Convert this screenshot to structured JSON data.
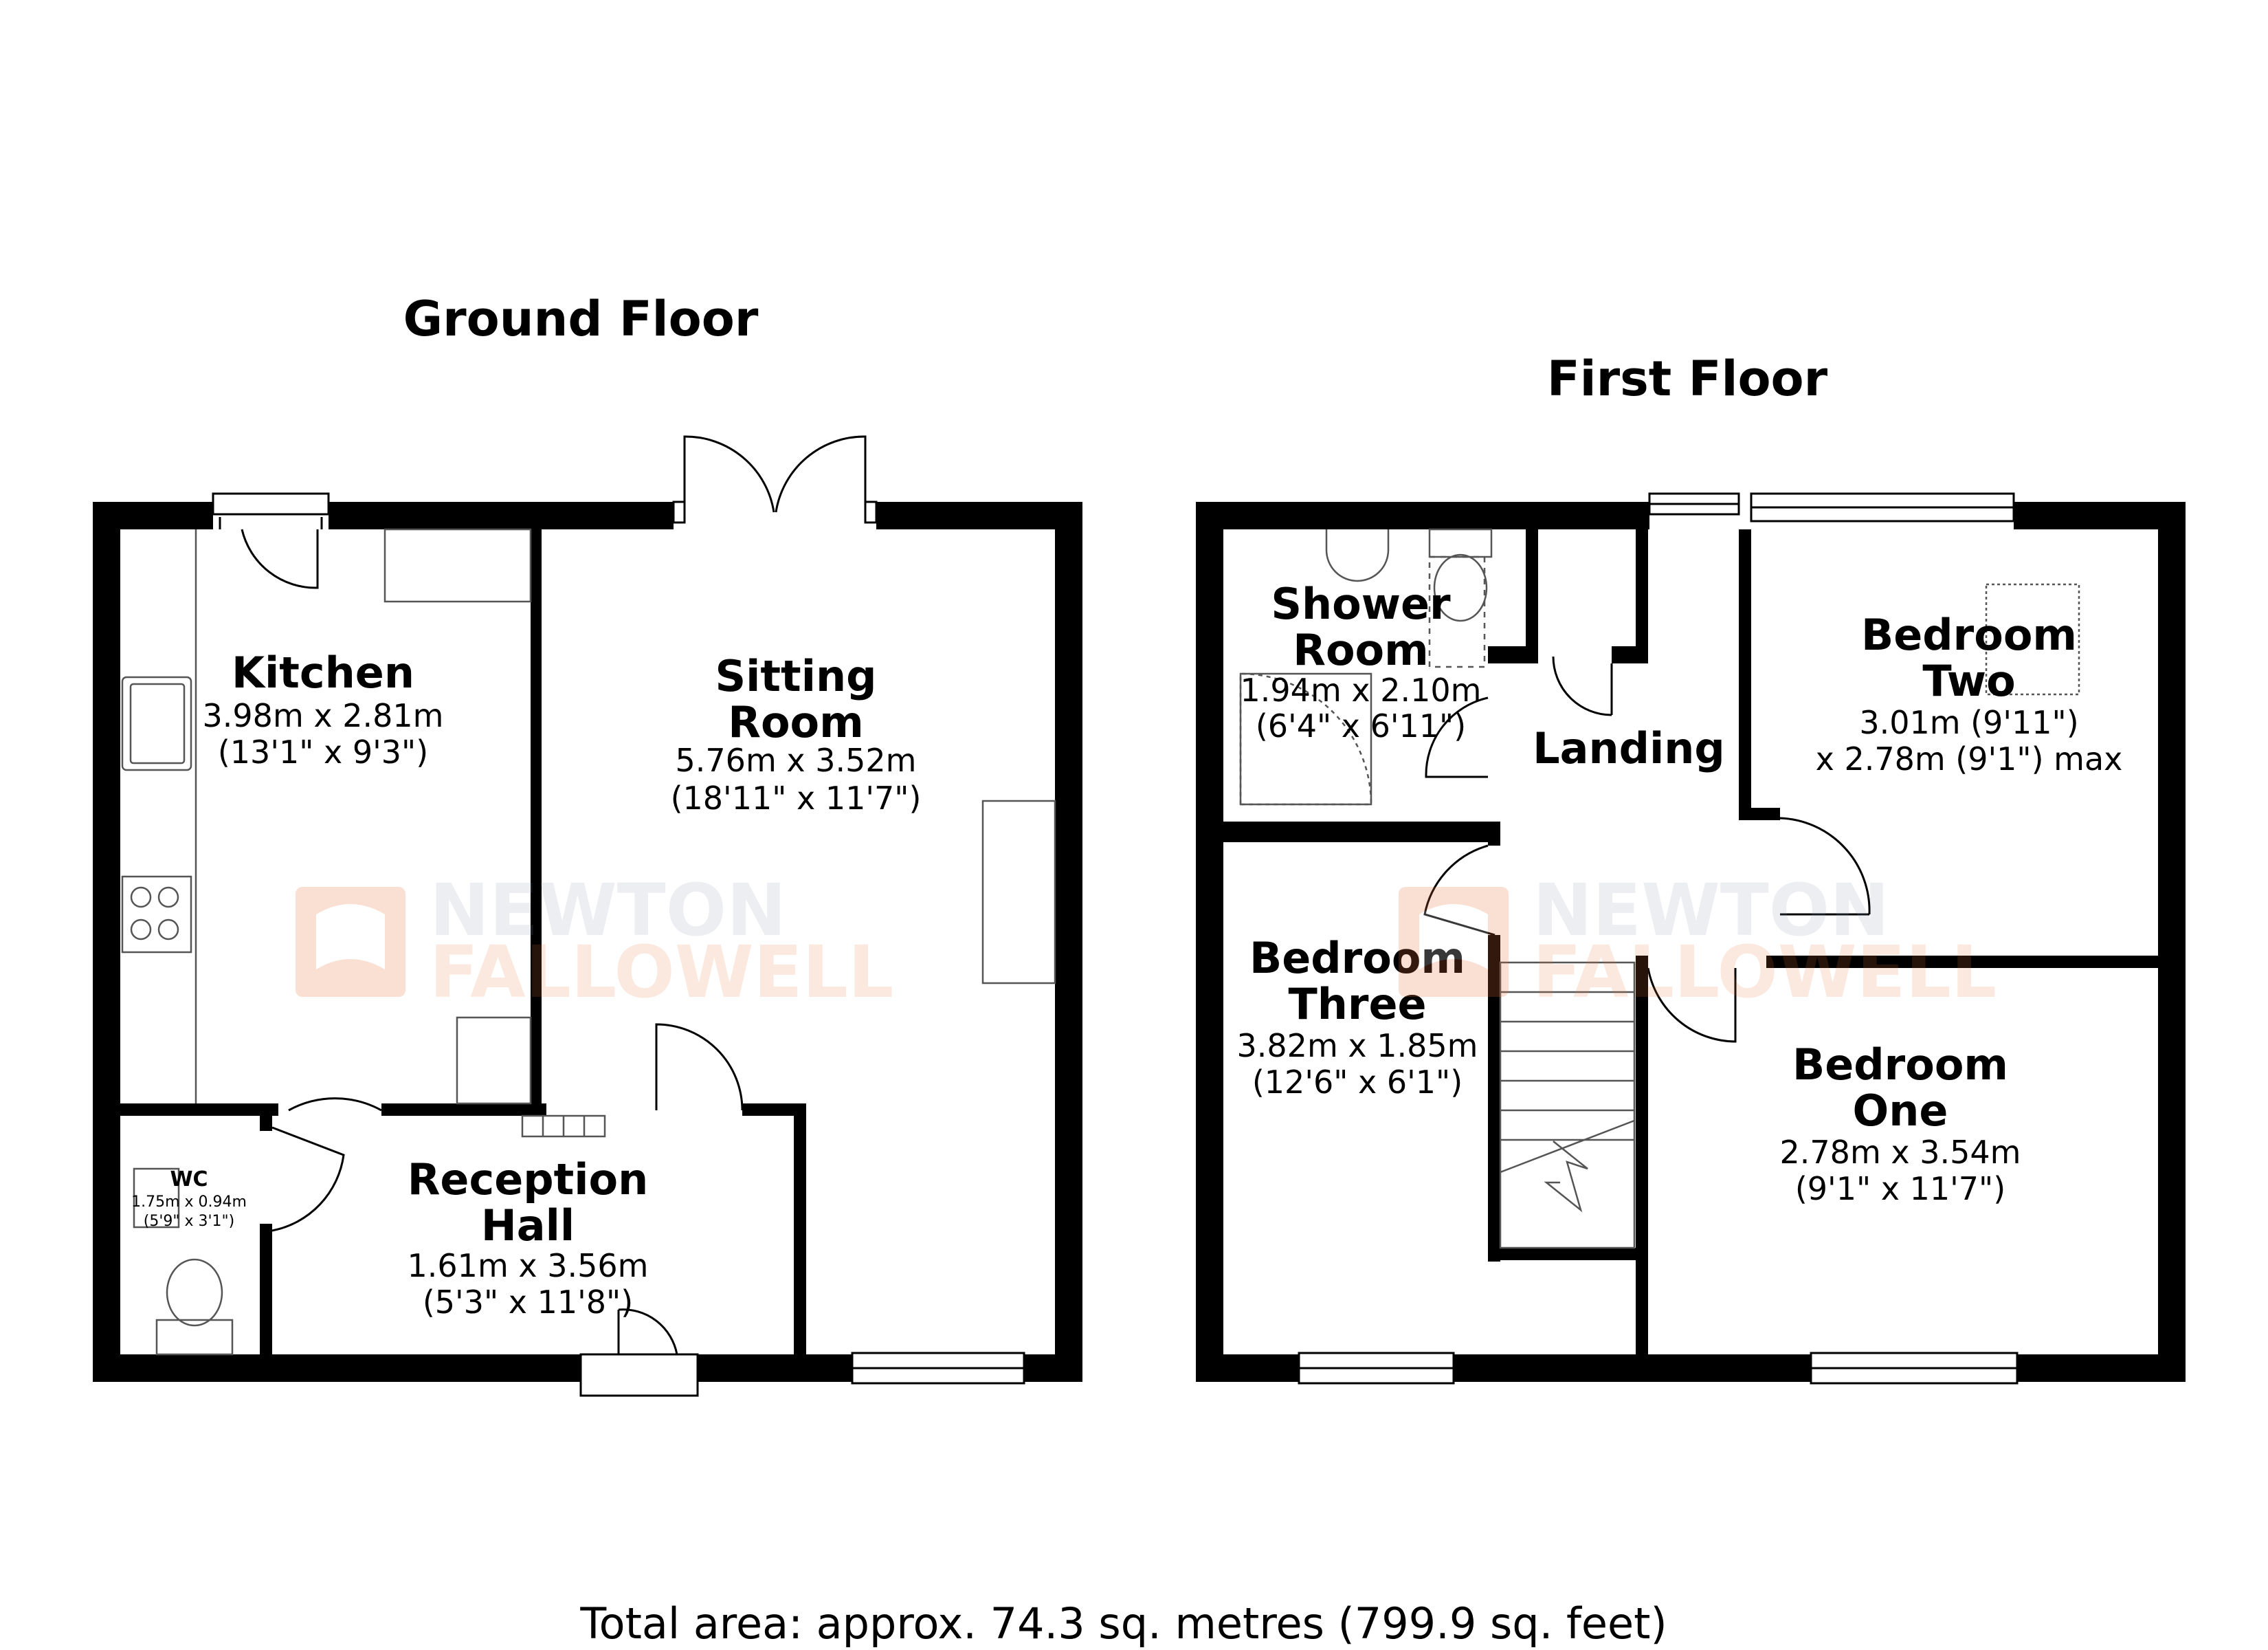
{
  "ground_floor": {
    "title": "Ground Floor",
    "kitchen": {
      "name": "Kitchen",
      "metric": "3.98m x 2.81m",
      "imperial": "(13'1\" x 9'3\")"
    },
    "sitting_room": {
      "name_line1": "Sitting",
      "name_line2": "Room",
      "metric": "5.76m x 3.52m",
      "imperial": "(18'11\" x 11'7\")"
    },
    "reception_hall": {
      "name_line1": "Reception",
      "name_line2": "Hall",
      "metric": "1.61m x 3.56m",
      "imperial": "(5'3\" x 11'8\")"
    },
    "wc": {
      "name": "WC",
      "metric": "1.75m x 0.94m",
      "imperial": "(5'9\" x 3'1\")"
    }
  },
  "first_floor": {
    "title": "First Floor",
    "shower_room": {
      "name_line1": "Shower",
      "name_line2": "Room",
      "metric": "1.94m x 2.10m",
      "imperial": "(6'4\" x 6'11\")"
    },
    "landing": {
      "name": "Landing"
    },
    "bedroom_two": {
      "name_line1": "Bedroom",
      "name_line2": "Two",
      "metric": "3.01m (9'11\")",
      "metric2": "x 2.78m (9'1\") max"
    },
    "bedroom_three": {
      "name_line1": "Bedroom",
      "name_line2": "Three",
      "metric": "3.82m x 1.85m",
      "imperial": "(12'6\" x 6'1\")"
    },
    "bedroom_one": {
      "name_line1": "Bedroom",
      "name_line2": "One",
      "metric": "2.78m x 3.54m",
      "imperial": "(9'1\" x 11'7\")"
    }
  },
  "watermark": {
    "line1": "NEWTON",
    "line2": "FALLOWELL"
  },
  "footer": {
    "total_area": "Total area: approx. 74.3 sq. metres (799.9 sq. feet)"
  },
  "colors": {
    "wall": "#000000",
    "fixture": "#555555",
    "watermark_brand": "#e8743b",
    "watermark_text": "#8c9db5"
  }
}
